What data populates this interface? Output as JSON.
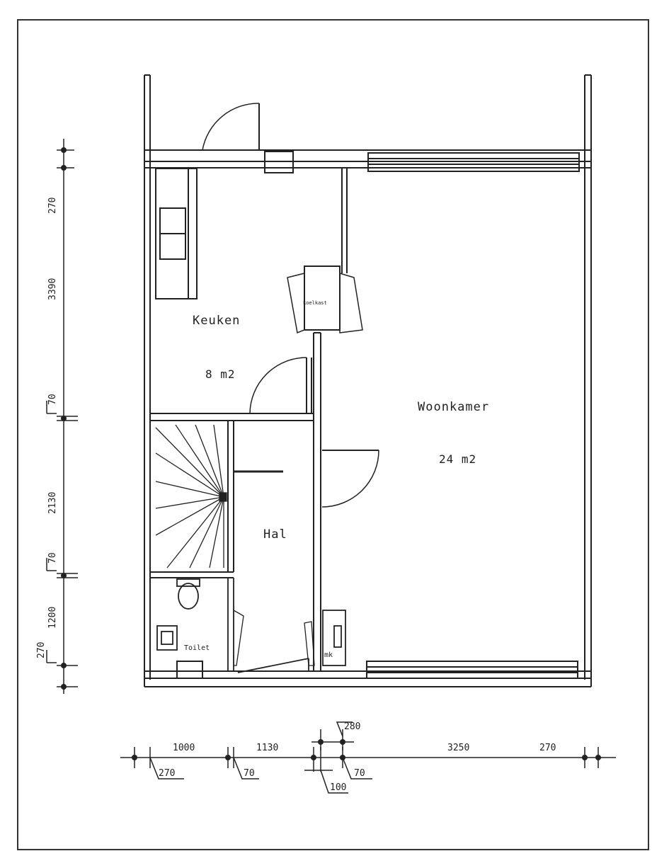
{
  "rooms": {
    "keuken": {
      "name": "Keuken",
      "area": "8 m2"
    },
    "woonkamer": {
      "name": "Woonkamer",
      "area": "24 m2"
    },
    "hal": {
      "name": "Hal"
    },
    "toilet": {
      "name": "Toilet"
    }
  },
  "fixtures": {
    "fridge_label": "koelkast",
    "meter_label": "mk"
  },
  "dimensions": {
    "vertical": [
      "270",
      "3390",
      "70",
      "2130",
      "70",
      "1200",
      "270"
    ],
    "horizontal_top": [
      "1000",
      "1130",
      "280",
      "3250",
      "270"
    ],
    "horizontal_bottom": [
      "270",
      "70",
      "100",
      "70"
    ]
  }
}
